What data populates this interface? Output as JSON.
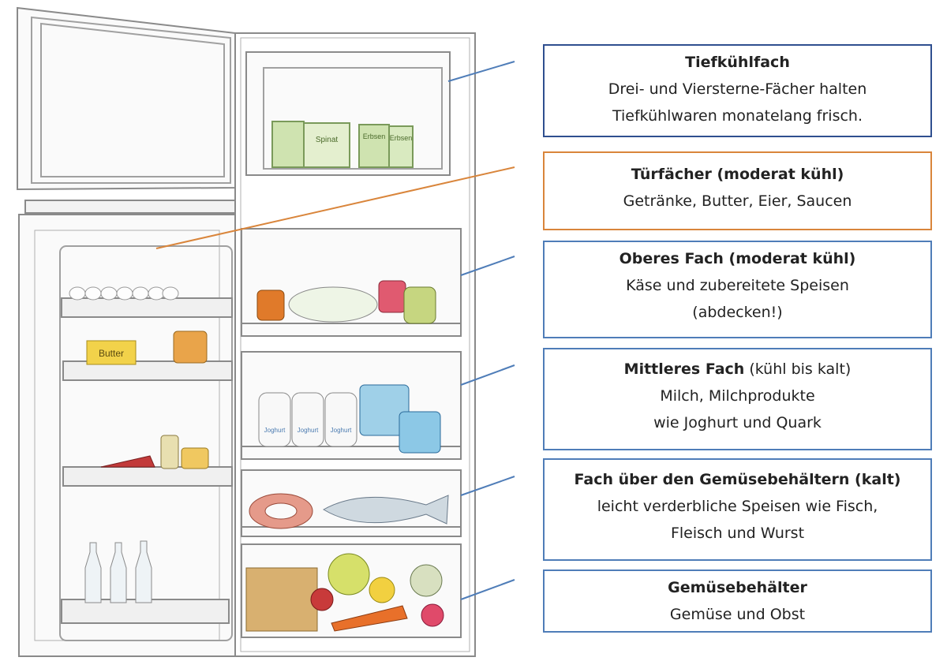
{
  "labels": [
    {
      "id": "freezer",
      "title": "Tiefkühlfach",
      "title_extra": "",
      "lines": [
        "Drei- und Viersterne-Fächer halten",
        "Tiefkühlwaren monatelang frisch."
      ],
      "accent": "#2f4f8f"
    },
    {
      "id": "door",
      "title": "Türfächer (moderat kühl)",
      "title_extra": "",
      "lines": [
        "Getränke, Butter, Eier, Saucen"
      ],
      "accent": "#d9853b"
    },
    {
      "id": "upper",
      "title": "Oberes Fach (moderat kühl)",
      "title_extra": "",
      "lines": [
        "Käse und zubereitete Speisen",
        "(abdecken!)"
      ],
      "accent": "#4f7db8"
    },
    {
      "id": "middle",
      "title": "Mittleres Fach",
      "title_extra": " (kühl bis kalt)",
      "lines": [
        "Milch, Milchprodukte",
        "wie Joghurt und Quark"
      ],
      "accent": "#4f7db8"
    },
    {
      "id": "above-crisper",
      "title": "Fach über den Gemüsebehältern (kalt)",
      "title_extra": "",
      "lines": [
        "leicht verderbliche Speisen wie Fisch,",
        "Fleisch und Wurst"
      ],
      "accent": "#4f7db8"
    },
    {
      "id": "crisper",
      "title": "Gemüsebehälter",
      "title_extra": "",
      "lines": [
        "Gemüse und Obst"
      ],
      "accent": "#4f7db8"
    }
  ],
  "drawing_text": {
    "butter": "Butter",
    "jar1": "Joghurt",
    "jar2": "Joghurt",
    "jar3": "Joghurt",
    "freezer_pack1": "Spinat",
    "freezer_pack2": "Erbsen",
    "freezer_pack3": "Erbsen"
  },
  "colors": {
    "line_blue": "#4f7db8",
    "line_orange": "#d9853b",
    "pencil": "#8a8a8a"
  }
}
